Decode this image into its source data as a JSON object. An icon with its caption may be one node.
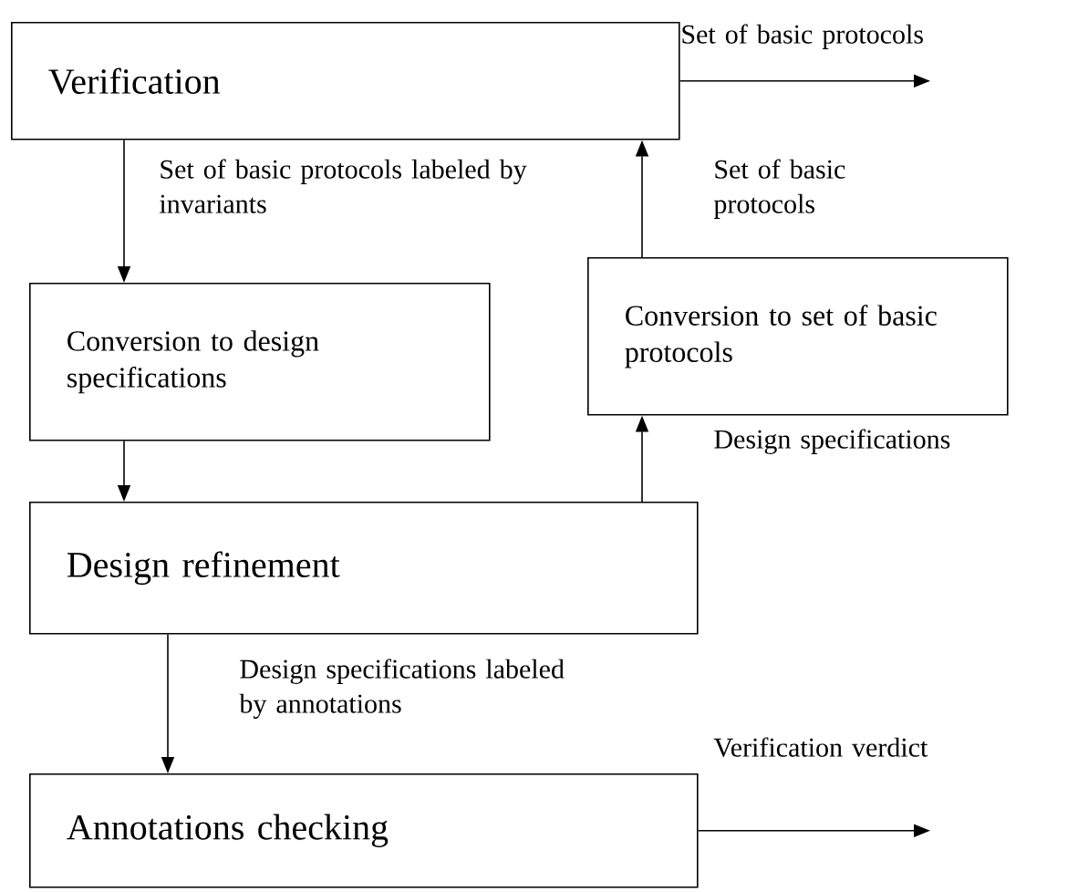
{
  "diagram": {
    "nodes": [
      {
        "text": [
          "Verification"
        ]
      },
      {
        "text": [
          "Conversion to design specifications"
        ]
      },
      {
        "text": [
          "Conversion to set of basic protocols"
        ]
      },
      {
        "text": [
          "Design refinement"
        ]
      },
      {
        "text": [
          "Annotations checking"
        ]
      }
    ],
    "edges": [
      {
        "from": 0,
        "to": 1,
        "arrow": "to",
        "label": "Set of basic protocols labeled by invariants"
      },
      {
        "from": 2,
        "to": 0,
        "arrow": "to",
        "label": "Set of basic protocols"
      },
      {
        "from": 0,
        "to": null,
        "arrow": "to",
        "label": "Set of basic protocols"
      },
      {
        "from": 1,
        "to": 3,
        "arrow": "to"
      },
      {
        "from": 3,
        "to": 2,
        "arrow": "to",
        "label": "Design specifications"
      },
      {
        "from": 3,
        "to": 4,
        "arrow": "to",
        "label": "Design specifications labeled by annotations"
      },
      {
        "from": 4,
        "to": null,
        "arrow": "to",
        "label": "Verification verdict"
      }
    ]
  }
}
